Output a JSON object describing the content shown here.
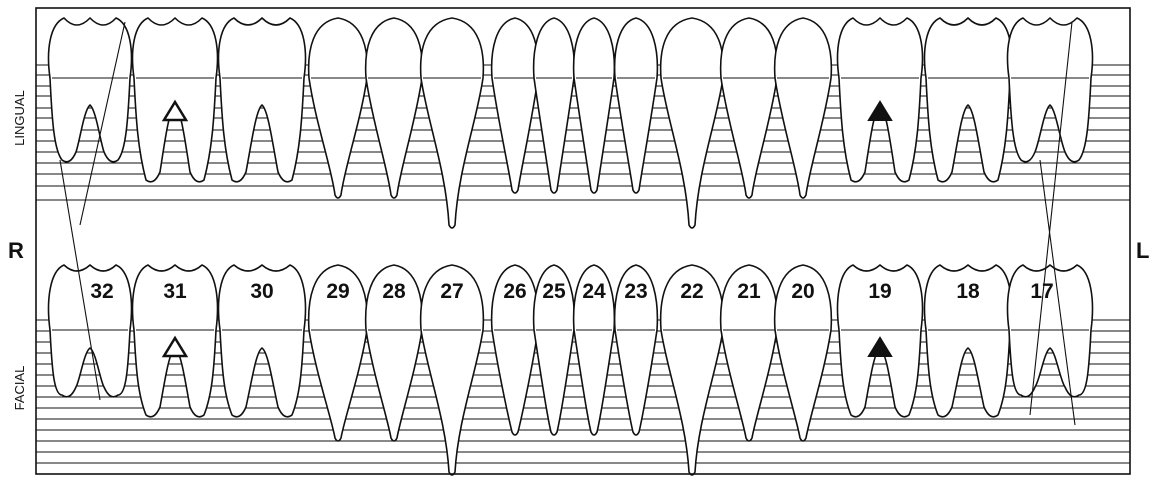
{
  "labels": {
    "lingual": "LINGUAL",
    "facial": "FACIAL",
    "right": "R",
    "left": "L"
  },
  "upper_teeth": [
    {
      "id": "U1",
      "type": "molar3"
    },
    {
      "id": "U2",
      "type": "molar",
      "mark": "open-triangle"
    },
    {
      "id": "U3",
      "type": "molar"
    },
    {
      "id": "U4",
      "type": "premolar"
    },
    {
      "id": "U5",
      "type": "premolar"
    },
    {
      "id": "U6",
      "type": "canine"
    },
    {
      "id": "U7",
      "type": "incisor"
    },
    {
      "id": "U8",
      "type": "incisor"
    },
    {
      "id": "U9",
      "type": "incisor"
    },
    {
      "id": "U10",
      "type": "incisor"
    },
    {
      "id": "U11",
      "type": "canine"
    },
    {
      "id": "U12",
      "type": "premolar"
    },
    {
      "id": "U13",
      "type": "premolar"
    },
    {
      "id": "U14",
      "type": "molar",
      "mark": "solid-triangle"
    },
    {
      "id": "U15",
      "type": "molar"
    },
    {
      "id": "U16",
      "type": "molar3"
    }
  ],
  "lower_teeth": [
    {
      "number": "32",
      "type": "molar3"
    },
    {
      "number": "31",
      "type": "molar",
      "mark": "open-triangle"
    },
    {
      "number": "30",
      "type": "molar"
    },
    {
      "number": "29",
      "type": "premolar"
    },
    {
      "number": "28",
      "type": "premolar"
    },
    {
      "number": "27",
      "type": "canine"
    },
    {
      "number": "26",
      "type": "incisor"
    },
    {
      "number": "25",
      "type": "incisor"
    },
    {
      "number": "24",
      "type": "incisor"
    },
    {
      "number": "23",
      "type": "incisor"
    },
    {
      "number": "22",
      "type": "canine"
    },
    {
      "number": "21",
      "type": "premolar"
    },
    {
      "number": "20",
      "type": "premolar"
    },
    {
      "number": "19",
      "type": "molar",
      "mark": "solid-triangle"
    },
    {
      "number": "18",
      "type": "molar"
    },
    {
      "number": "17",
      "type": "molar3"
    }
  ],
  "colors": {
    "ink": "#111111",
    "paper": "#ffffff"
  }
}
